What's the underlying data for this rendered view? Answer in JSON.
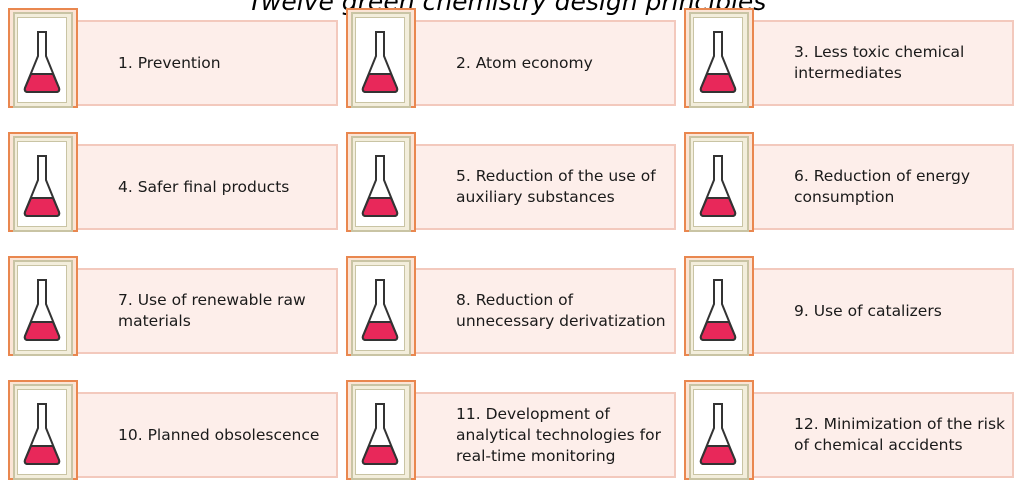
{
  "title": "Twelve green chemistry design principles",
  "colors": {
    "card_fill": "#fdeeea",
    "card_border": "#f3c9bd",
    "frame_orange": "#e9874f",
    "frame_tan": "#c9c4a4",
    "liquid": "#e8285a"
  },
  "icon": "flask-icon",
  "principles": [
    "1. Prevention",
    "2. Atom economy",
    "3. Less toxic chemical intermediates",
    "4. Safer final products",
    "5. Reduction of the use of auxiliary substances",
    "6. Reduction of energy consumption",
    "7. Use of renewable raw materials",
    "8. Reduction of unnecessary derivatization",
    "9. Use of catalizers",
    "10. Planned obsolescence",
    "11. Development of analytical technologies for real-time monitoring",
    "12. Minimization of the risk of chemical accidents"
  ]
}
